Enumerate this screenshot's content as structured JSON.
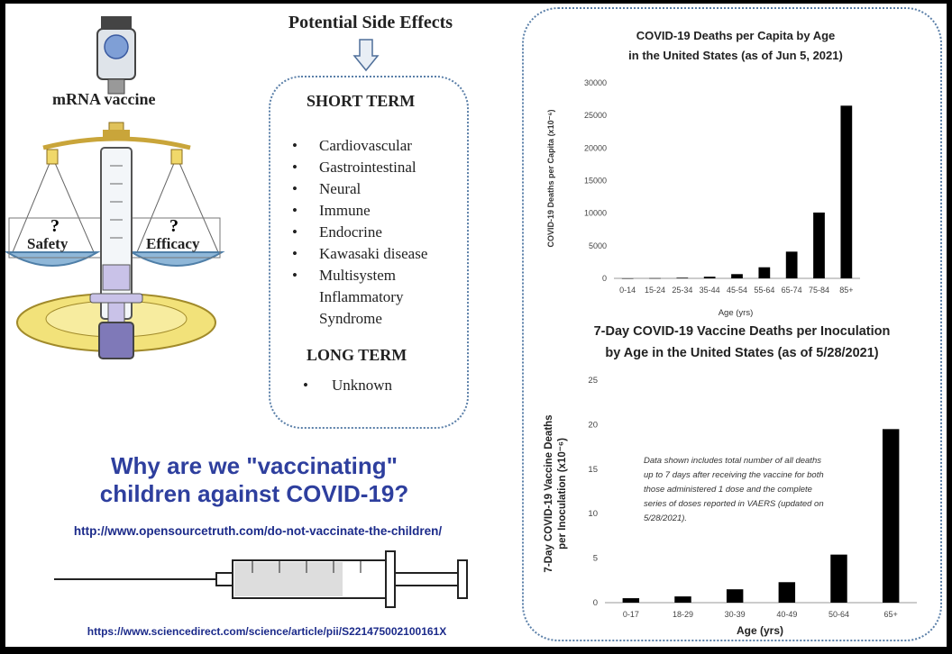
{
  "infographic": {
    "side_effects_title": "Potential Side Effects",
    "short_term_heading": "SHORT TERM",
    "short_term_items": [
      "Cardiovascular",
      "Gastrointestinal",
      "Neural",
      "Immune",
      "Endocrine",
      "Kawasaki disease",
      "Multisystem Inflammatory Syndrome"
    ],
    "long_term_heading": "LONG TERM",
    "long_term_items": [
      "Unknown"
    ],
    "mrna_label": "mRNA vaccine",
    "safety_label": "Safety",
    "efficacy_label": "Efficacy",
    "question_mark": "?",
    "headline_line1": "Why are we \"vaccinating\"",
    "headline_line2": "children against COVID-19?",
    "link1": "http://www.opensourcetruth.com/do-not-vaccinate-the-children/",
    "link2": "https://www.sciencedirect.com/science/article/pii/S221475002100161X"
  },
  "colors": {
    "headline": "#2e3f9e",
    "link": "#1b2a8a",
    "bar": "#000000",
    "box_border": "#5a7fa8",
    "scale_blue": "#8fb7d8",
    "base_yellow": "#f2e27a"
  },
  "chart_data": [
    {
      "type": "bar",
      "title": "COVID-19 Deaths per Capita by Age",
      "subtitle": "in the United States (as of Jun 5, 2021)",
      "xlabel": "Age (yrs)",
      "ylabel": "COVID-19 Deaths per Capita (x10⁻⁶)",
      "categories": [
        "0-14",
        "15-24",
        "25-34",
        "35-44",
        "45-54",
        "55-64",
        "65-74",
        "75-84",
        "85+"
      ],
      "values": [
        5,
        30,
        100,
        250,
        650,
        1700,
        4100,
        10100,
        26500
      ],
      "ylim": [
        0,
        30000
      ],
      "yticks": [
        0,
        5000,
        10000,
        15000,
        20000,
        25000,
        30000
      ],
      "grid": false
    },
    {
      "type": "bar",
      "title": "7-Day COVID-19 Vaccine Deaths per Inoculation",
      "subtitle": "by Age in the United States (as of 5/28/2021)",
      "xlabel": "Age (yrs)",
      "ylabel": "7-Day COVID-19 Vaccine Deaths per Inoculation (x10⁻⁶)",
      "ylabel_line1": "7-Day COVID-19 Vaccine Deaths",
      "ylabel_line2": "per Inoculation  (x10⁻⁶)",
      "categories": [
        "0-17",
        "18-29",
        "30-39",
        "40-49",
        "50-64",
        "65+"
      ],
      "values": [
        0.5,
        0.7,
        1.5,
        2.3,
        5.4,
        19.5
      ],
      "ylim": [
        0,
        25
      ],
      "yticks": [
        0,
        5,
        10,
        15,
        20,
        25
      ],
      "grid": false,
      "annotation": [
        "Data shown includes total number of all deaths",
        "up to 7 days after receiving the vaccine for both",
        "those administered 1 dose and the complete",
        "series of doses reported in VAERS (updated on",
        "5/28/2021)."
      ]
    }
  ]
}
